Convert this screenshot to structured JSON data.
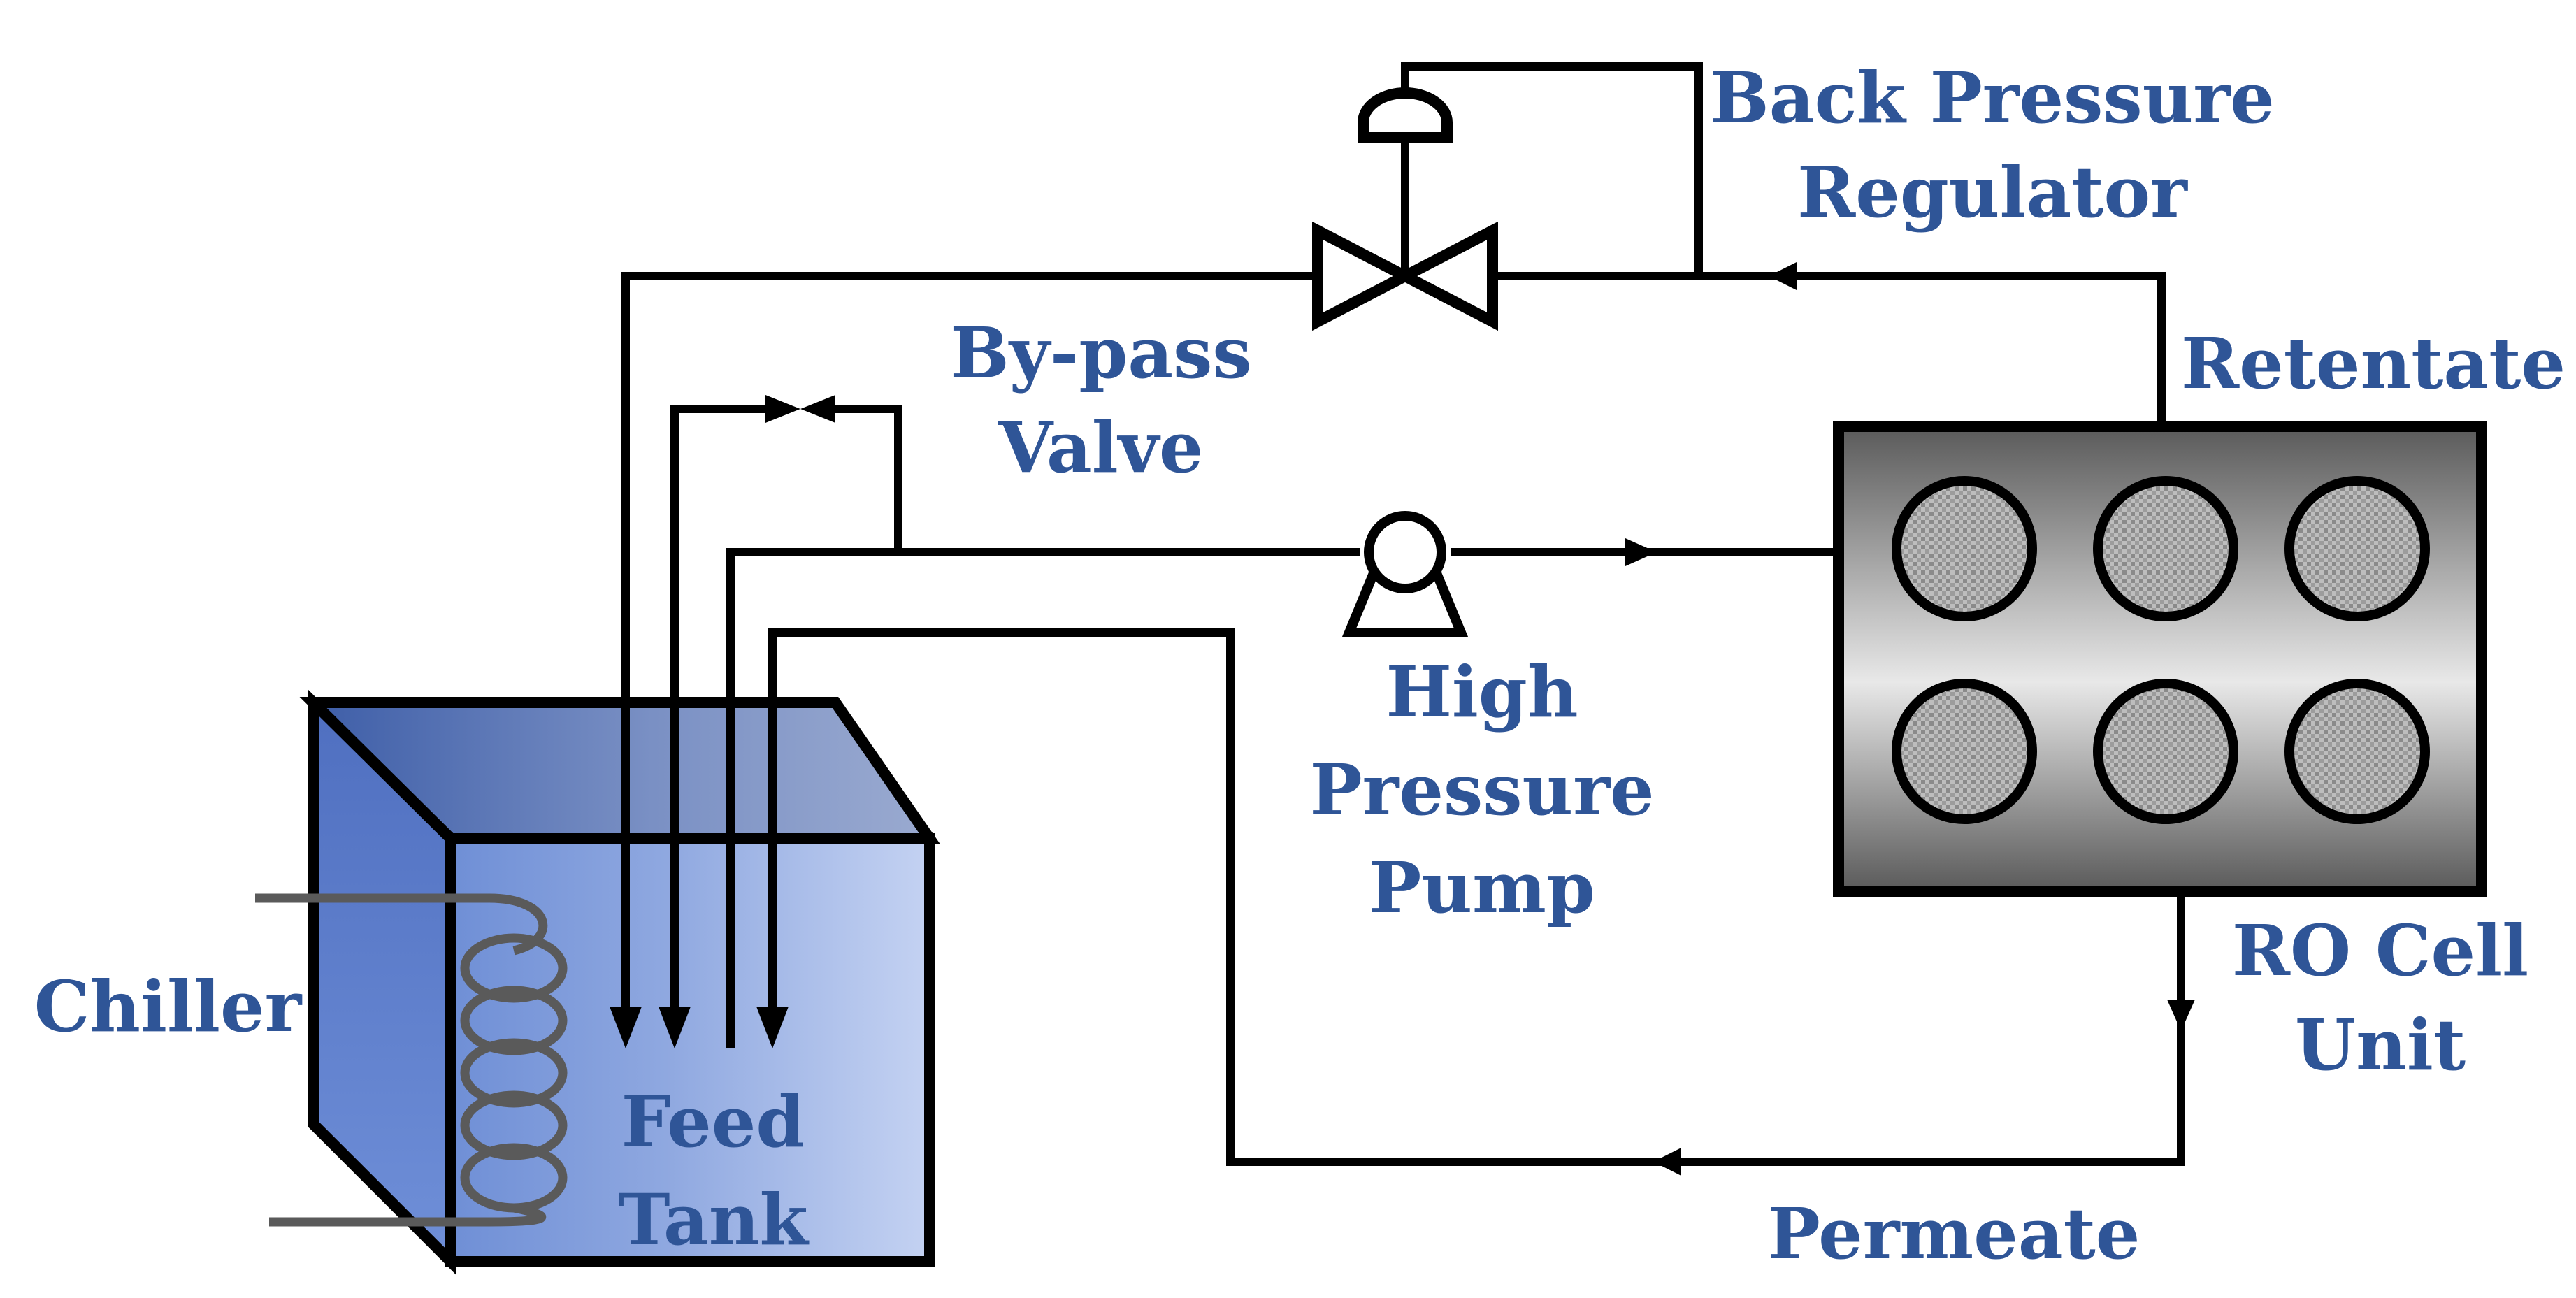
{
  "colors": {
    "label": "#2F5597",
    "pipe": "#000000",
    "coil": "#5a5a5a"
  },
  "labels": {
    "back_pressure_1": "Back Pressure",
    "back_pressure_2": "Regulator",
    "retentate": "Retentate",
    "bypass_1": "By-pass",
    "bypass_2": "Valve",
    "pump_1": "High",
    "pump_2": "Pressure",
    "pump_3": "Pump",
    "chiller": "Chiller",
    "feed_1": "Feed",
    "feed_2": "Tank",
    "ro_1": "RO Cell",
    "ro_2": "Unit",
    "permeate": "Permeate"
  }
}
